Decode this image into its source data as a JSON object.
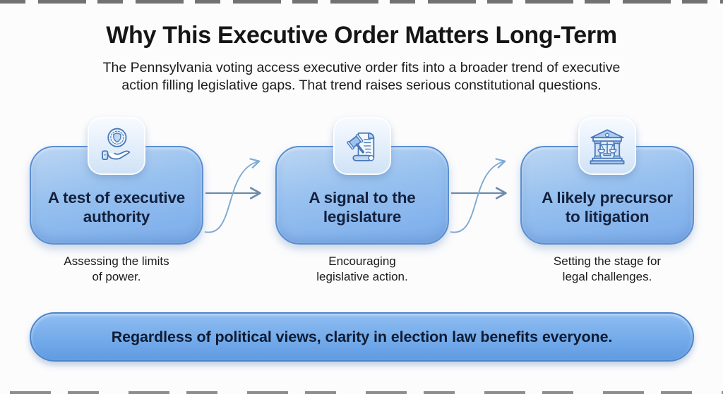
{
  "page": {
    "title": "Why This Executive Order Matters Long-Term",
    "subtitle_line1": "The Pennsylvania voting access executive order fits into a broader trend of executive",
    "subtitle_line2": "action filling legislative gaps. That trend raises serious constitutional questions."
  },
  "nodes": [
    {
      "icon": "seal-in-hand-icon",
      "title_line1": "A test of executive",
      "title_line2": "authority",
      "caption_line1": "Assessing the limits",
      "caption_line2": "of power."
    },
    {
      "icon": "gavel-scroll-icon",
      "title_line1": "A signal to the",
      "title_line2": "legislature",
      "caption_line1": "Encouraging",
      "caption_line2": "legislative action."
    },
    {
      "icon": "courthouse-scales-icon",
      "title_line1": "A likely precursor",
      "title_line2": "to litigation",
      "caption_line1": "Setting the stage for",
      "caption_line2": "legal challenges."
    }
  ],
  "banner": {
    "text": "Regardless of political views, clarity in election law benefits everyone."
  },
  "colors": {
    "card_fill_top": "#bcd6f3",
    "card_fill_bottom": "#7aabea",
    "card_border": "#5b8fd2",
    "banner_fill_top": "#8fbdf1",
    "banner_fill_bottom": "#609ae2",
    "banner_border": "#4c86c9",
    "title_text": "#151515",
    "card_text": "#14213d",
    "icon_stroke": "#4a79b8",
    "arrow_straight": "#6e8bab",
    "arrow_curved": "#7fa9d2"
  }
}
